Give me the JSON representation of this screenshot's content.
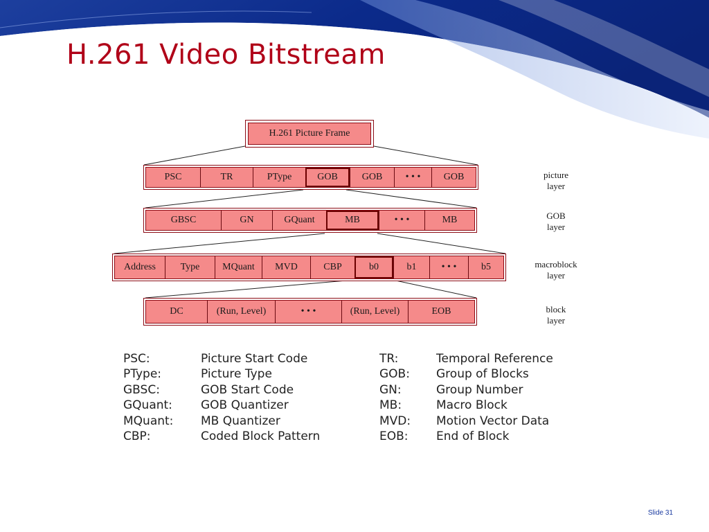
{
  "title": "H.261 Video Bitstream",
  "frame_label": "H.261 Picture Frame",
  "rows": [
    {
      "layer": [
        "picture",
        "layer"
      ],
      "cells": [
        "PSC",
        "TR",
        "PType",
        "GOB",
        "GOB",
        "• • •",
        "GOB"
      ]
    },
    {
      "layer": [
        "GOB",
        "layer"
      ],
      "cells": [
        "GBSC",
        "GN",
        "GQuant",
        "MB",
        "• • •",
        "MB"
      ]
    },
    {
      "layer": [
        "macroblock",
        "layer"
      ],
      "cells": [
        "Address",
        "Type",
        "MQuant",
        "MVD",
        "CBP",
        "b0",
        "b1",
        "• • •",
        "b5"
      ]
    },
    {
      "layer": [
        "block",
        "layer"
      ],
      "cells": [
        "DC",
        "(Run, Level)",
        "• • •",
        "(Run, Level)",
        "EOB"
      ]
    }
  ],
  "legend_left": [
    {
      "abbr": "PSC:",
      "desc": "Picture Start Code"
    },
    {
      "abbr": "PType:",
      "desc": "Picture Type"
    },
    {
      "abbr": "GBSC:",
      "desc": "GOB Start Code"
    },
    {
      "abbr": "GQuant:",
      "desc": "GOB Quantizer"
    },
    {
      "abbr": "MQuant:",
      "desc": "MB Quantizer"
    },
    {
      "abbr": "CBP:",
      "desc": "Coded Block Pattern"
    }
  ],
  "legend_right": [
    {
      "abbr": "TR:",
      "desc": "Temporal Reference"
    },
    {
      "abbr": "GOB:",
      "desc": "Group of Blocks"
    },
    {
      "abbr": "GN:",
      "desc": "Group Number"
    },
    {
      "abbr": "MB:",
      "desc": "Macro Block"
    },
    {
      "abbr": "MVD:",
      "desc": "Motion Vector Data"
    },
    {
      "abbr": "EOB:",
      "desc": "End of Block"
    }
  ],
  "slide_number": "Slide 31",
  "colors": {
    "title": "#b00018",
    "cell_fill": "#f58a8a",
    "border": "#8b0a14",
    "banner": "#0a2a8c"
  }
}
